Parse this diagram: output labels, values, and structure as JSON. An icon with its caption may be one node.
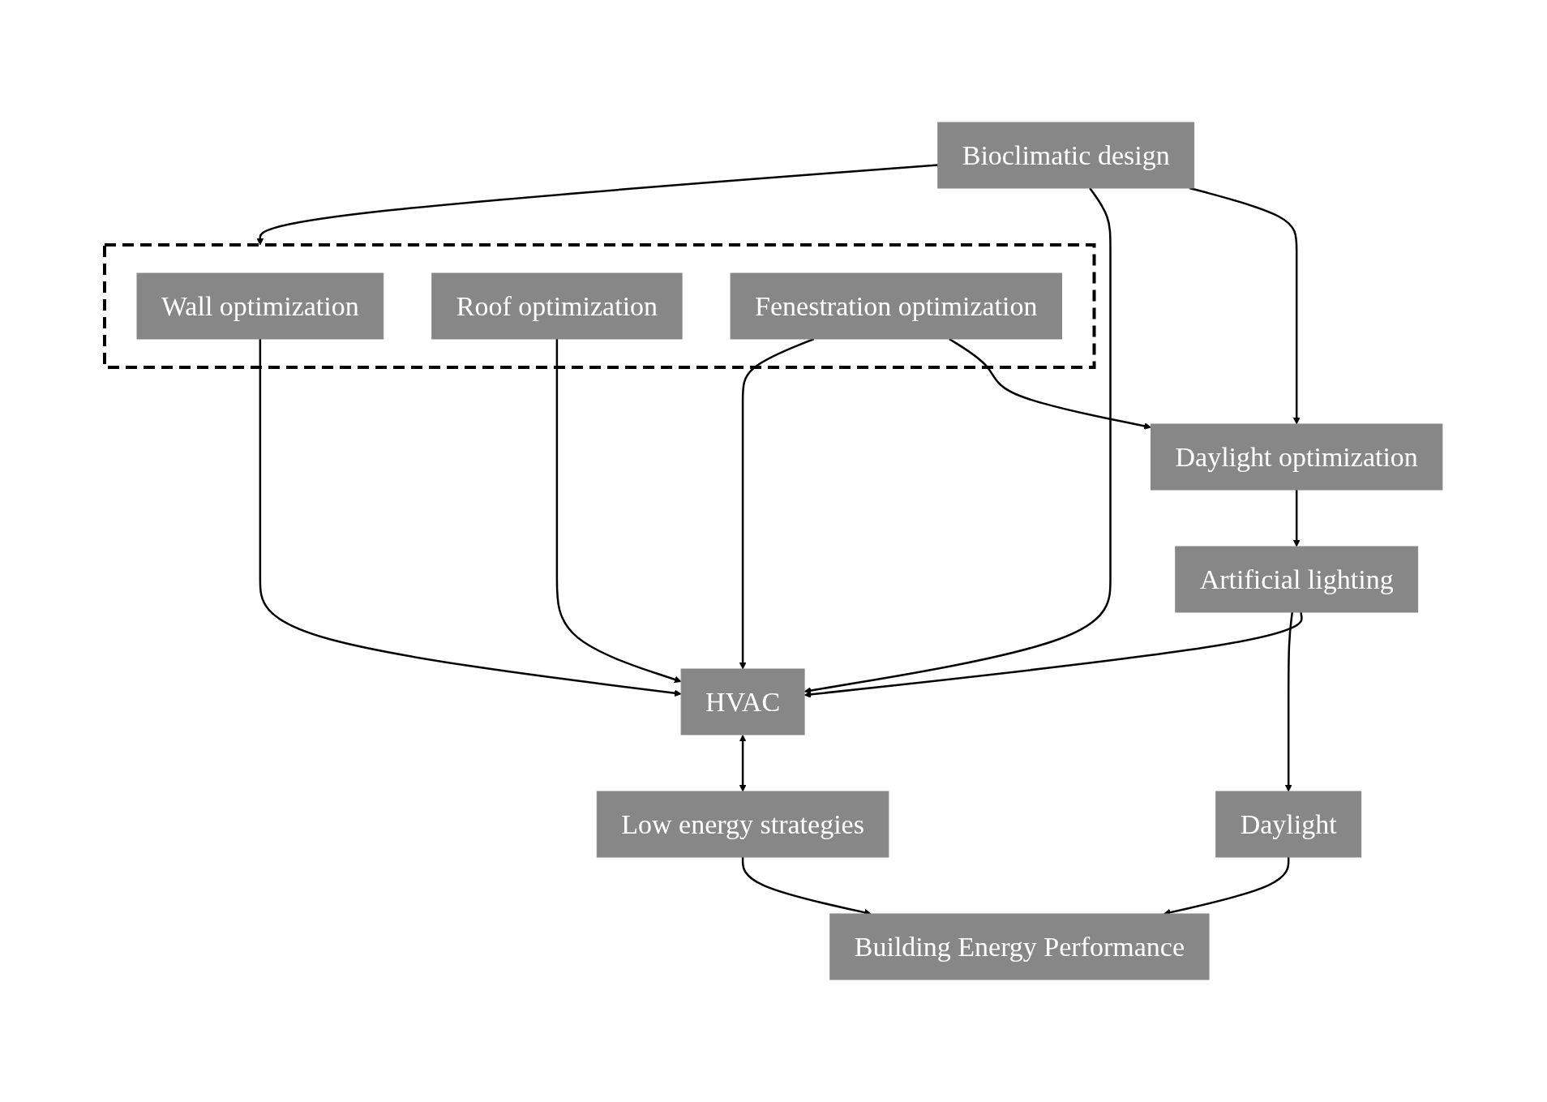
{
  "diagram": {
    "nodes": [
      {
        "text": [
          "Bioclimatic design"
        ]
      },
      {
        "text": [],
        "shape": "box"
      },
      {
        "text": [
          "Wall optimization"
        ],
        "in": 1
      },
      {
        "text": [
          "Roof optimization"
        ],
        "in": 1
      },
      {
        "text": [
          "Fenestration optimization"
        ],
        "in": 1
      },
      {
        "text": [
          "Daylight optimization"
        ]
      },
      {
        "text": [
          "Artificial lighting"
        ]
      },
      {
        "text": [
          "Daylight"
        ]
      },
      {
        "text": [
          "HVAC"
        ]
      },
      {
        "text": [
          "Low energy strategies"
        ]
      },
      {
        "text": [
          "Building Energy Performance"
        ]
      }
    ],
    "edges": [
      {
        "from": 0,
        "to": 1,
        "arrow": "to"
      },
      {
        "from": 0,
        "to": 5,
        "arrow": "to"
      },
      {
        "from": 4,
        "to": 5,
        "arrow": "to"
      },
      {
        "from": 0,
        "to": 8,
        "arrow": "to"
      },
      {
        "from": 2,
        "to": 8,
        "arrow": "to"
      },
      {
        "from": 3,
        "to": 8,
        "arrow": "to"
      },
      {
        "from": 4,
        "to": 8,
        "arrow": "to"
      },
      {
        "from": 5,
        "to": 6,
        "arrow": "to"
      },
      {
        "from": 6,
        "to": 8,
        "arrow": "to"
      },
      {
        "from": 6,
        "to": 7,
        "arrow": "to"
      },
      {
        "from": 8,
        "to": 9,
        "arrow": "both"
      },
      {
        "from": 7,
        "to": 10,
        "arrow": "to"
      },
      {
        "from": 9,
        "to": 10,
        "arrow": "to"
      }
    ]
  }
}
